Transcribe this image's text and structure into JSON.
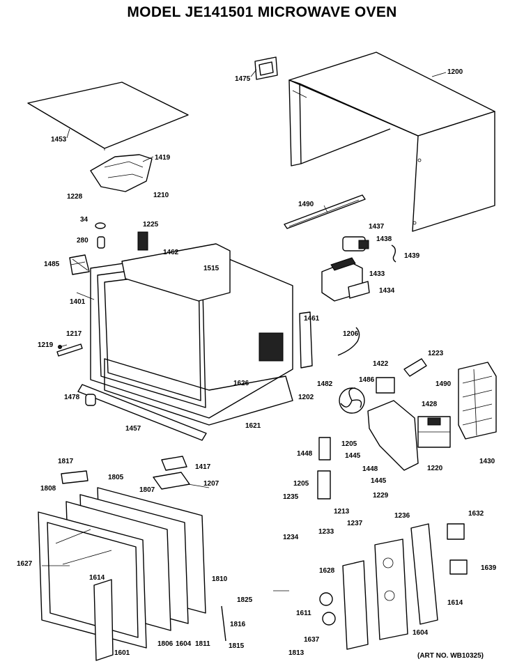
{
  "title": "MODEL JE141501  MICROWAVE OVEN",
  "art_no": "(ART NO. WB10325)",
  "labels": {
    "l1475": "1475",
    "l1200": "1200",
    "l1453": "1453",
    "l1419": "1419",
    "l1228": "1228",
    "l1210": "1210",
    "l1490a": "1490",
    "l34": "34",
    "l1225": "1225",
    "l280": "280",
    "l1462": "1462",
    "l1437": "1437",
    "l1438": "1438",
    "l1439": "1439",
    "l1485": "1485",
    "l1515": "1515",
    "l1433": "1433",
    "l1434": "1434",
    "l1401": "1401",
    "l1461": "1461",
    "l1217": "1217",
    "l1206": "1206",
    "l1219": "1219",
    "l1223": "1223",
    "l1422": "1422",
    "l1482": "1482",
    "l1486": "1486",
    "l1490b": "1490",
    "l1626": "1626",
    "l1202": "1202",
    "l1478": "1478",
    "l1428": "1428",
    "l1621": "1621",
    "l1457": "1457",
    "l1448a": "1448",
    "l1205a": "1205",
    "l1445a": "1445",
    "l1220": "1220",
    "l1430": "1430",
    "l1817": "1817",
    "l1417": "1417",
    "l1448b": "1448",
    "l1205b": "1205",
    "l1445b": "1445",
    "l1805": "1805",
    "l1207": "1207",
    "l1808": "1808",
    "l1807": "1807",
    "l1235": "1235",
    "l1229": "1229",
    "l1236": "1236",
    "l1213": "1213",
    "l1237": "1237",
    "l1632": "1632",
    "l1234": "1234",
    "l1233": "1233",
    "l1627": "1627",
    "l1639": "1639",
    "l1810": "1810",
    "l1628": "1628",
    "l1614a": "1614",
    "l1825": "1825",
    "l1614b": "1614",
    "l1611": "1611",
    "l1816": "1816",
    "l1806": "1806",
    "l1604a": "1604",
    "l1811": "1811",
    "l1604b": "1604",
    "l1637": "1637",
    "l1815": "1815",
    "l1601": "1601",
    "l1813": "1813"
  }
}
